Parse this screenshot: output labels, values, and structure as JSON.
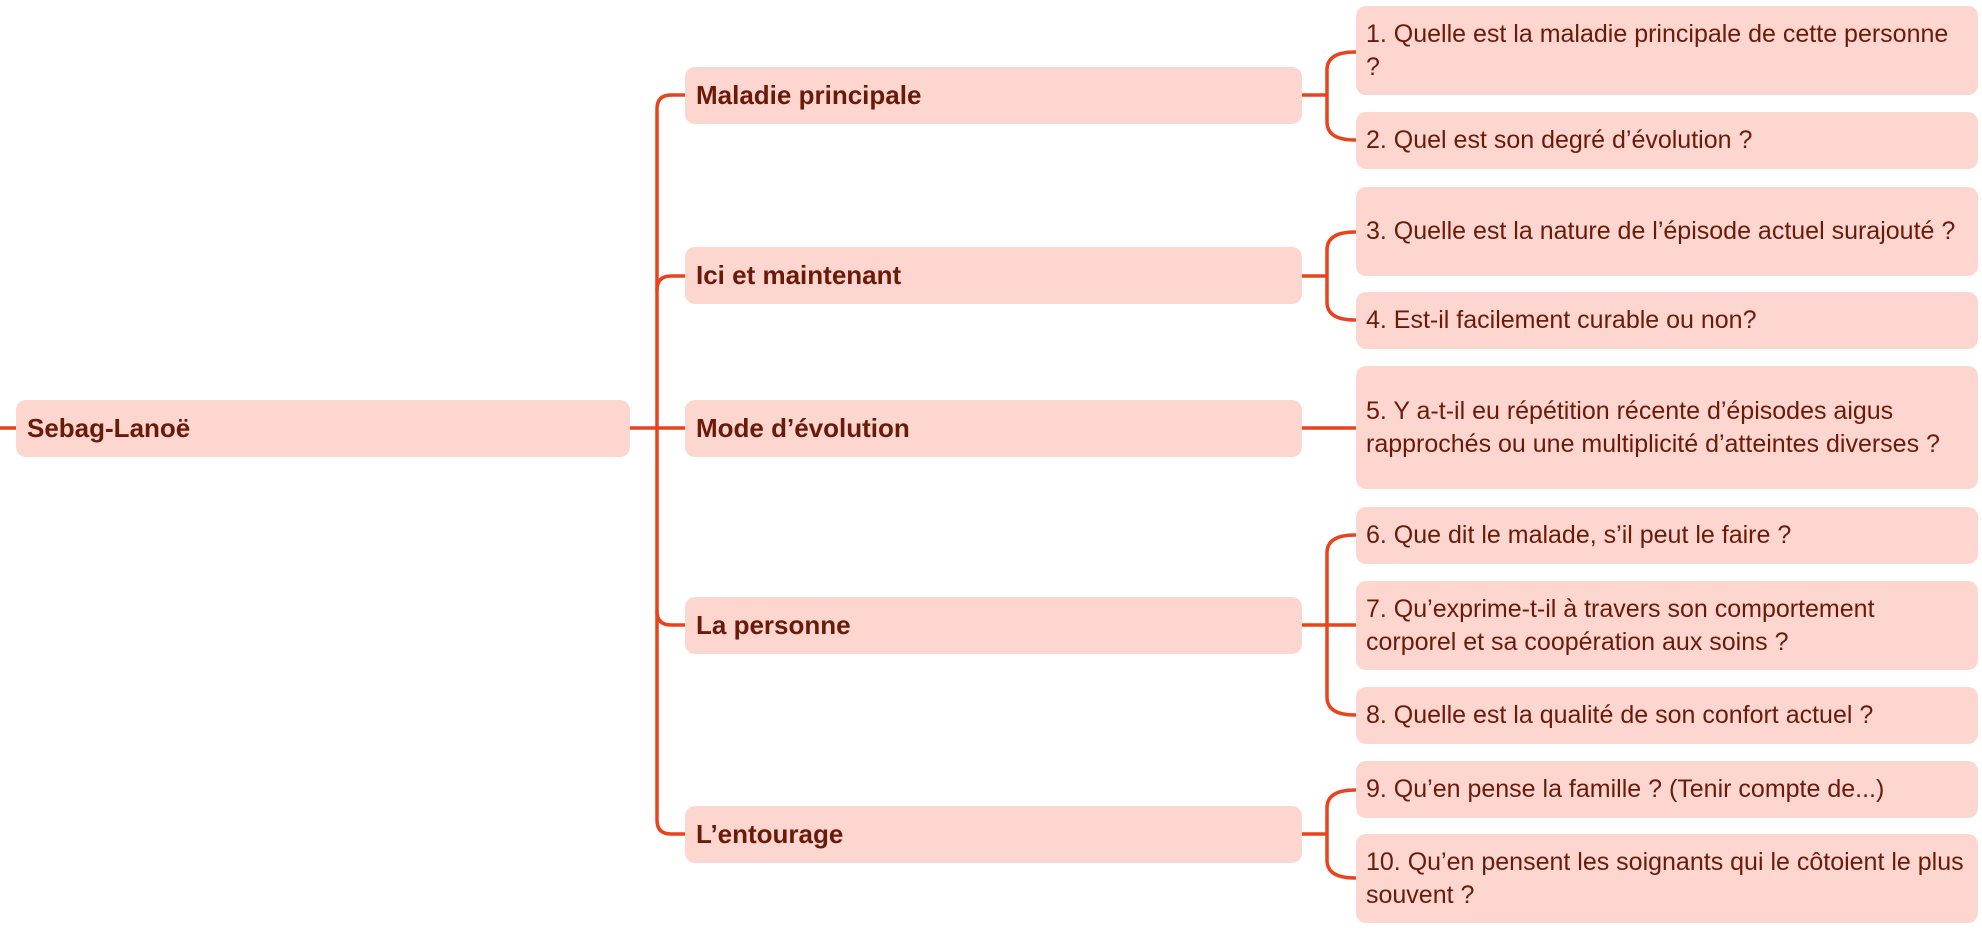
{
  "root": {
    "label": "Sebag-Lanoë"
  },
  "branches": [
    {
      "label": "Maladie principale"
    },
    {
      "label": "Ici et maintenant"
    },
    {
      "label": "Mode d’évolution"
    },
    {
      "label": "La personne"
    },
    {
      "label": "L’entourage"
    }
  ],
  "leaves": [
    {
      "label": "1. Quelle est la maladie principale de cette personne ?"
    },
    {
      "label": "2. Quel est son degré d’évolution ?"
    },
    {
      "label": "3. Quelle est la nature de l’épisode actuel surajouté ?"
    },
    {
      "label": "4. Est-il facilement curable ou non?"
    },
    {
      "label": "5. Y a-t-il eu répétition récente d’épisodes aigus rapprochés ou une multiplicité d’atteintes diverses ?"
    },
    {
      "label": "6. Que dit le malade, s’il peut le faire ?"
    },
    {
      "label": "7. Qu’exprime-t-il à travers son comportement corporel et sa coopération aux soins ?"
    },
    {
      "label": "8. Quelle est la qualité de son confort actuel ?"
    },
    {
      "label": "9. Qu’en pense la famille ? (Tenir compte de...)"
    },
    {
      "label": "10. Qu’en pensent les soignants qui le côtoient le plus souvent ?"
    }
  ],
  "colors": {
    "connector": "#e8431c",
    "node_fill": "#fdd6cf",
    "node_text": "#6b1a0a"
  }
}
